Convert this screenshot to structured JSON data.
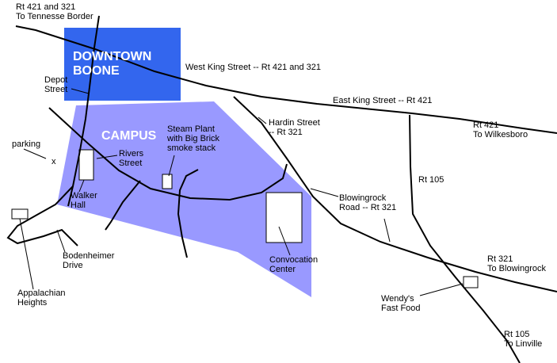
{
  "colors": {
    "downtown_block": "#3366ee",
    "campus_area": "#9999ff",
    "road": "#000000",
    "building_fill": "#ffffff"
  },
  "labels": {
    "rt421_321_tennessee": [
      "Rt 421 and 321",
      "To Tennesse Border"
    ],
    "downtown_boone": [
      "DOWNTOWN",
      "BOONE"
    ],
    "depot_street": [
      "Depot",
      "Street"
    ],
    "west_king_street": "West King Street -- Rt 421 and 321",
    "east_king_street": "East King Street -- Rt 421",
    "campus": "CAMPUS",
    "steam_plant": [
      "Steam Plant",
      "with Big Brick",
      "smoke stack"
    ],
    "hardin_street": [
      "Hardin Street",
      "-- Rt 321"
    ],
    "rt421_wilkesboro": [
      "Rt 421",
      "To Wilkesboro"
    ],
    "parking": "parking",
    "parking_marker": "x",
    "rivers_street": [
      "Rivers",
      "Street"
    ],
    "walker_hall": [
      "Walker",
      "Hall"
    ],
    "rt105": "Rt 105",
    "blowingrock_road": [
      "Blowingrock",
      "Road  --  Rt 321"
    ],
    "bodenheimer_drive": [
      "Bodenheimer",
      "Drive"
    ],
    "convocation_center": [
      "Convocation",
      "Center"
    ],
    "rt321_blowingrock": [
      "Rt 321",
      "To Blowingrock"
    ],
    "appalachian_heights": [
      "Appalachian",
      "Heights"
    ],
    "wendys": [
      "Wendy's",
      "Fast Food"
    ],
    "rt105_linville": [
      "Rt 105",
      "To Linville"
    ]
  }
}
